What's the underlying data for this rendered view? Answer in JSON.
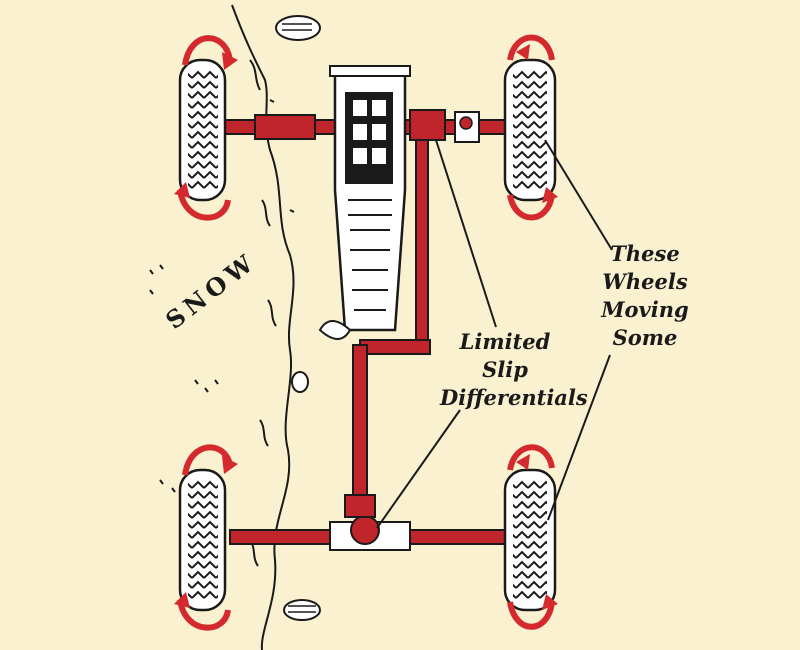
{
  "diagram": {
    "snow_label": "SNOW",
    "limited_slip_label": [
      "Limited",
      "Slip",
      "Differentials"
    ],
    "wheels_label": [
      "These",
      "Wheels",
      "Moving",
      "Some"
    ],
    "colors": {
      "background": "#f9f1cf",
      "drivetrain": "#c0252b",
      "ink": "#1a1a1a",
      "rotation_arrow": "#d42a2e"
    },
    "icons": [
      "rotation-arrow-icon"
    ]
  }
}
